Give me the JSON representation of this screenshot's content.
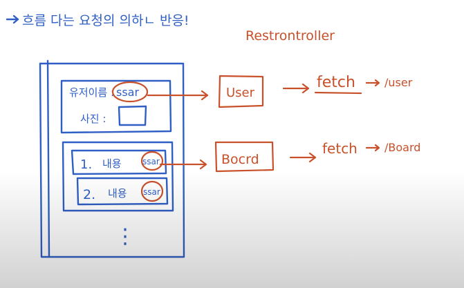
{
  "header": {
    "note": "흐름 다는 요청의 의하ㄴ 반응!"
  },
  "controller": {
    "label": "Restrontroller"
  },
  "ui_box": {
    "user_label": "유저이름 :",
    "user_value": "ssar",
    "date_label": "사진 :",
    "items": [
      {
        "number": "1.",
        "text": "내용",
        "author": "ssar"
      },
      {
        "number": "2.",
        "text": "내용",
        "author": "ssar"
      }
    ],
    "ellipsis": "⋮"
  },
  "flows": [
    {
      "box": "User",
      "action": "fetch",
      "endpoint": "/user"
    },
    {
      "box": "Bocrd",
      "action": "fetch",
      "endpoint": "/Board"
    }
  ],
  "colors": {
    "blue": "#2f5fc4",
    "red": "#c8502a"
  }
}
